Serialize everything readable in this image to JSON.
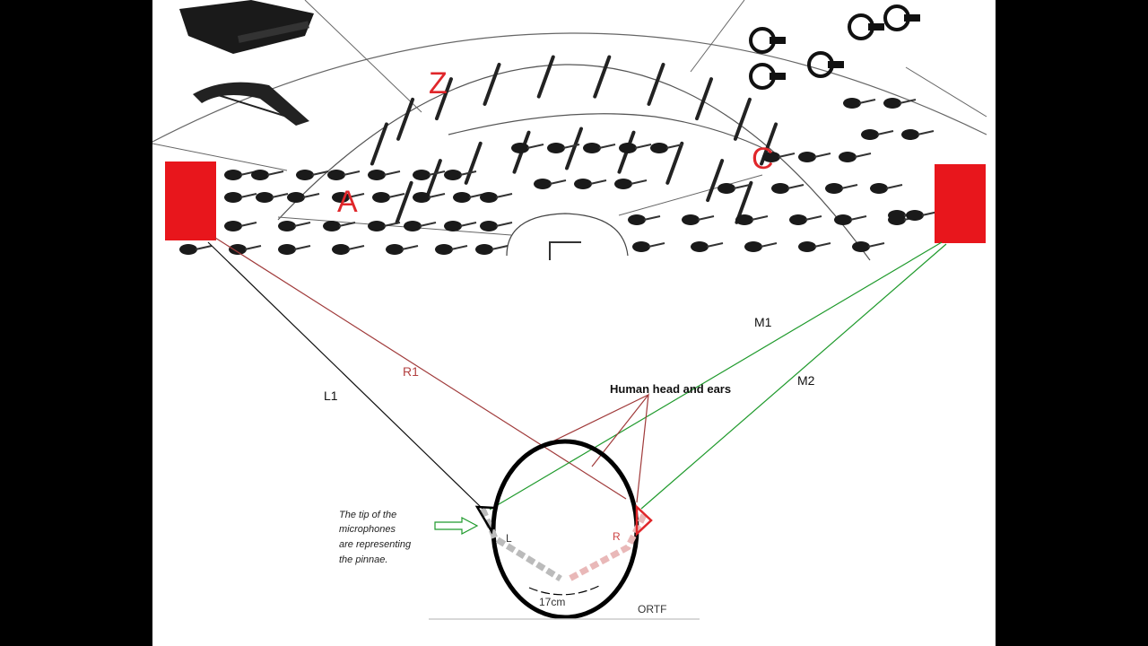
{
  "section_labels": {
    "z": "Z",
    "a": "A",
    "c": "C"
  },
  "line_labels": {
    "l1": "L1",
    "r1": "R1",
    "m1": "M1",
    "m2": "M2"
  },
  "head_caption": "Human head and ears",
  "mic_note": {
    "line1": "The tip of the",
    "line2": "microphones",
    "line3": "are representing",
    "line4": "the pinnae."
  },
  "mic_labels": {
    "left": "L",
    "right": "R"
  },
  "spacing_label": "17cm",
  "technique_label": "ORTF",
  "colors": {
    "speaker": "#e8161c",
    "label_red": "#e0262a",
    "left_lines": "#111111",
    "right_ray": "#a03a3a",
    "green_lines": "#1f9a2c",
    "head": "#000000"
  },
  "icons": {
    "speaker_left": "speaker-icon",
    "speaker_right": "speaker-icon",
    "arrow": "arrow-right-icon"
  }
}
